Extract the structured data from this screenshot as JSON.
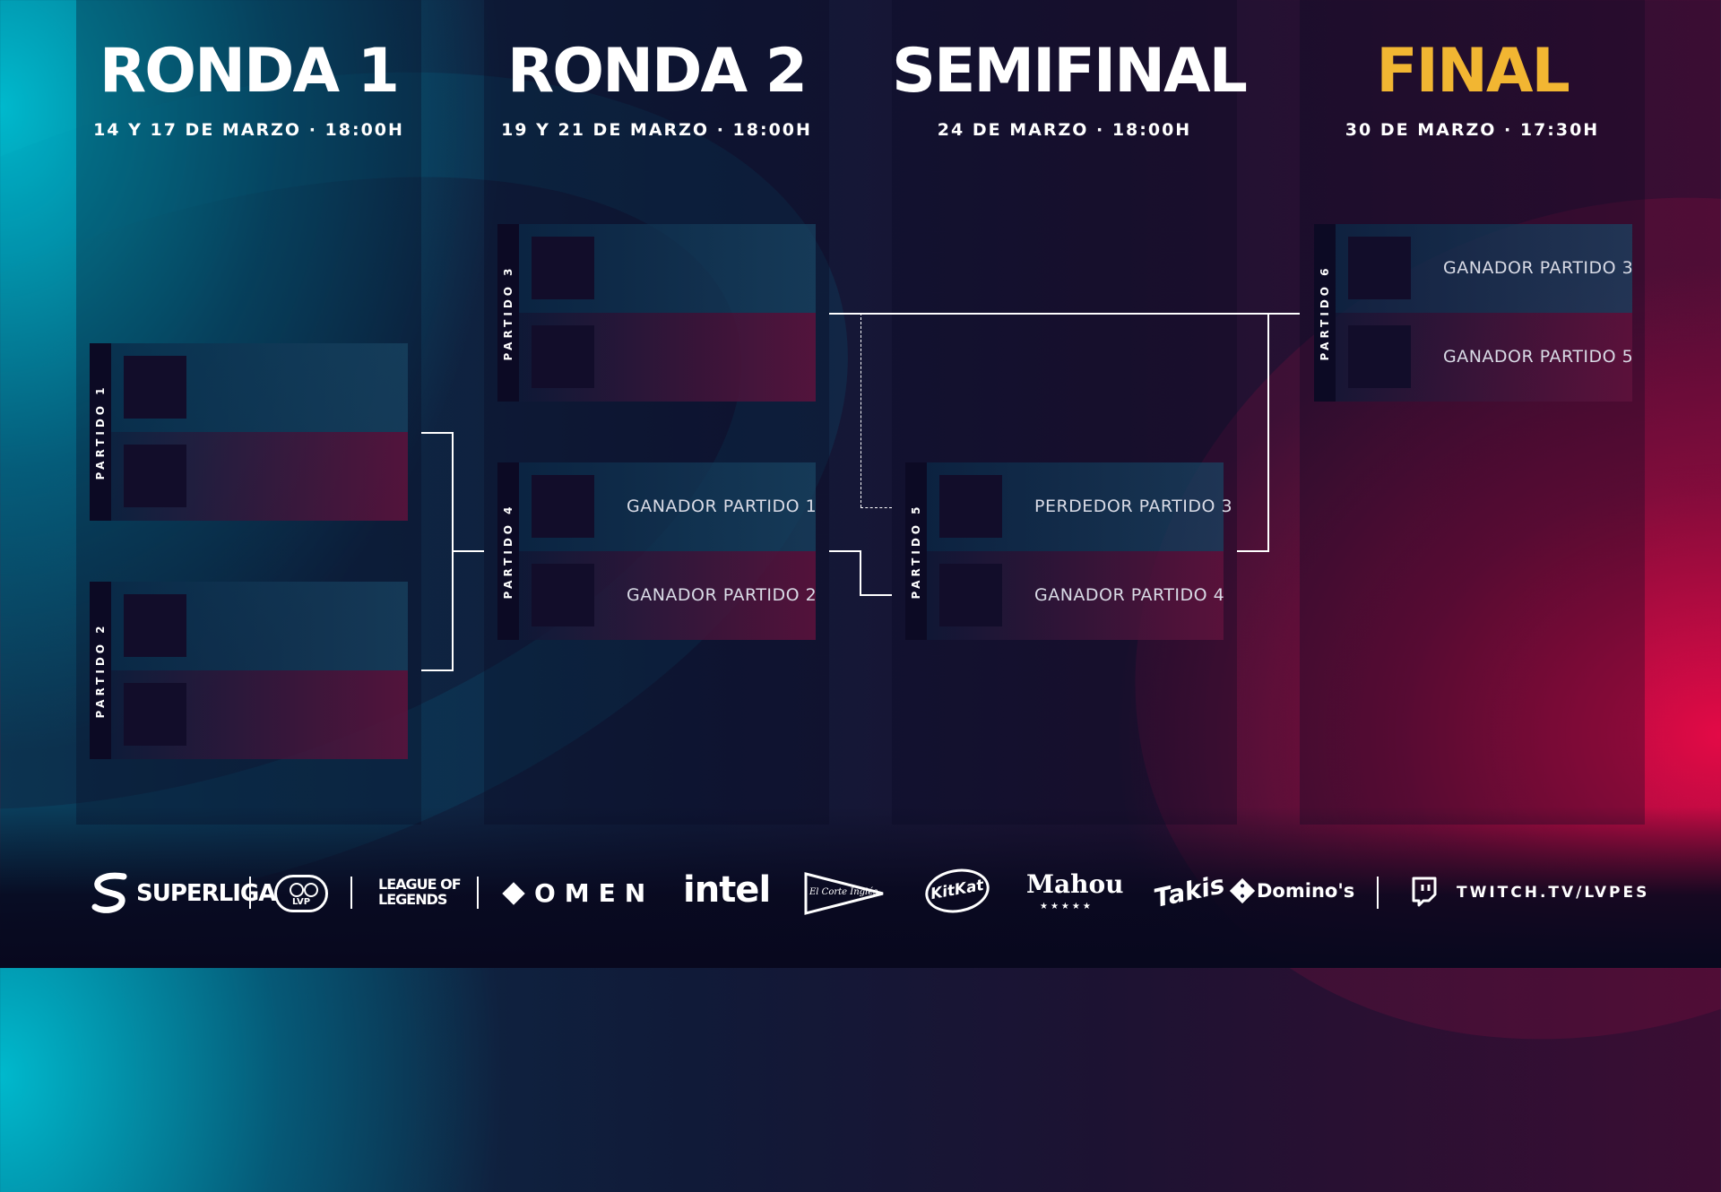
{
  "rounds": [
    {
      "title": "RONDA 1",
      "date": "14 Y 17 DE MARZO · 18:00H"
    },
    {
      "title": "RONDA 2",
      "date": "19 Y 21 DE MARZO · 18:00H"
    },
    {
      "title": "SEMIFINAL",
      "date": "24 DE MARZO · 18:00H"
    },
    {
      "title": "FINAL",
      "date": "30 DE MARZO · 17:30H"
    }
  ],
  "matches": {
    "m1": {
      "label": "PARTIDO 1",
      "top": "",
      "bottom": ""
    },
    "m2": {
      "label": "PARTIDO 2",
      "top": "",
      "bottom": ""
    },
    "m3": {
      "label": "PARTIDO 3",
      "top": "",
      "bottom": ""
    },
    "m4": {
      "label": "PARTIDO 4",
      "top": "GANADOR PARTIDO 1",
      "bottom": "GANADOR PARTIDO 2"
    },
    "m5": {
      "label": "PARTIDO 5",
      "top": "PERDEDOR PARTIDO 3",
      "bottom": "GANADOR PARTIDO 4"
    },
    "m6": {
      "label": "PARTIDO 6",
      "top": "GANADOR PARTIDO 3",
      "bottom": "GANADOR PARTIDO 5"
    }
  },
  "sponsors": {
    "superliga": "SUPERLIGA",
    "lvp": "LVP",
    "lol_line1": "LEAGUE OF",
    "lol_line2": "LEGENDS",
    "omen": "OMEN",
    "intel": "intel",
    "corte_ingles": "El Corte Inglés",
    "kitkat": "KitKat",
    "mahou": "Mahou",
    "mahou_stars": "★★★★★",
    "takis": "Takis",
    "dominos": "Domino's",
    "twitch": "TWITCH.TV/LVPES"
  },
  "colors": {
    "accent_gold": "#f2b632",
    "accent_pink": "#e8104a",
    "accent_cyan": "#00b9cd"
  }
}
